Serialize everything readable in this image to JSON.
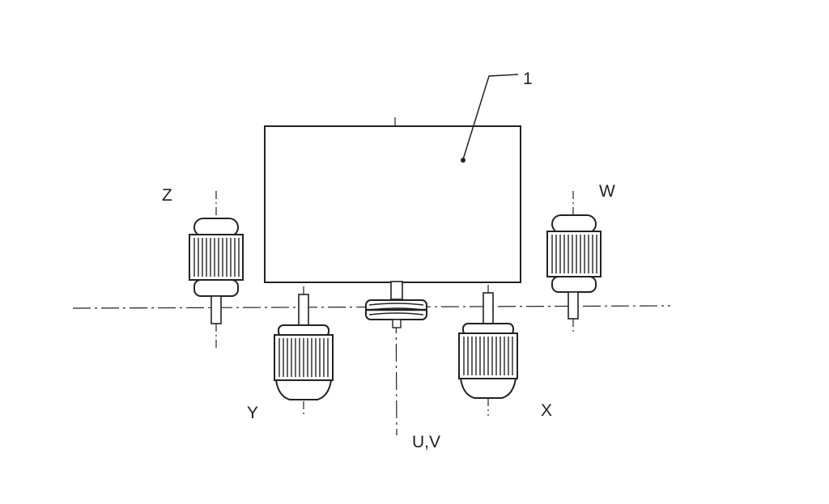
{
  "figure": {
    "callout": "1",
    "labels": {
      "z": "Z",
      "w": "W",
      "y": "Y",
      "x": "X",
      "uv": "U,V"
    }
  },
  "colors": {
    "ink": "#222222",
    "background": "#ffffff"
  }
}
